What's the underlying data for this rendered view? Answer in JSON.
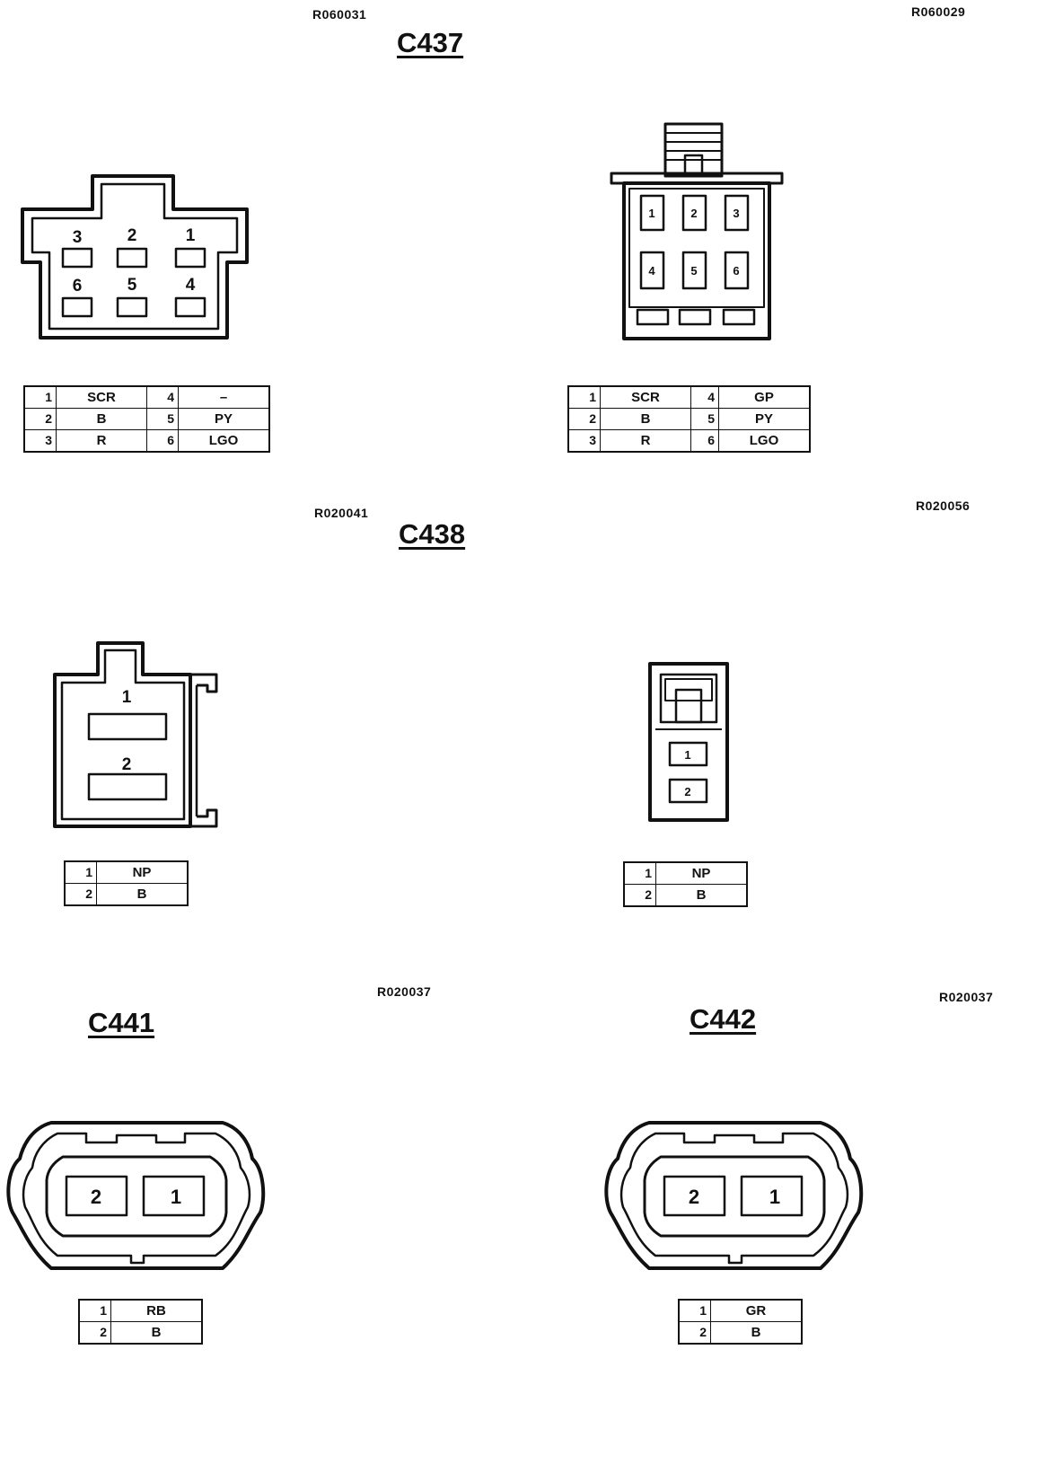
{
  "refs": {
    "r1": "R060031",
    "r2": "R060029",
    "r3": "R020041",
    "r4": "R020056",
    "r5": "R020037",
    "r6": "R020037"
  },
  "connectors": {
    "c437": {
      "title": "C437",
      "left_face_labels": [
        "3",
        "2",
        "1",
        "6",
        "5",
        "4"
      ],
      "right_face_labels": [
        "1",
        "2",
        "3",
        "4",
        "5",
        "6"
      ],
      "left_table": [
        [
          "1",
          "SCR",
          "4",
          "–"
        ],
        [
          "2",
          "B",
          "5",
          "PY"
        ],
        [
          "3",
          "R",
          "6",
          "LGO"
        ]
      ],
      "right_table": [
        [
          "1",
          "SCR",
          "4",
          "GP"
        ],
        [
          "2",
          "B",
          "5",
          "PY"
        ],
        [
          "3",
          "R",
          "6",
          "LGO"
        ]
      ]
    },
    "c438": {
      "title": "C438",
      "left_face_labels": [
        "1",
        "2"
      ],
      "right_face_labels": [
        "1",
        "2"
      ],
      "left_table": [
        [
          "1",
          "NP"
        ],
        [
          "2",
          "B"
        ]
      ],
      "right_table": [
        [
          "1",
          "NP"
        ],
        [
          "2",
          "B"
        ]
      ]
    },
    "c441": {
      "title": "C441",
      "face_labels": [
        "2",
        "1"
      ],
      "table": [
        [
          "1",
          "RB"
        ],
        [
          "2",
          "B"
        ]
      ]
    },
    "c442": {
      "title": "C442",
      "face_labels": [
        "2",
        "1"
      ],
      "table": [
        [
          "1",
          "GR"
        ],
        [
          "2",
          "B"
        ]
      ]
    }
  }
}
